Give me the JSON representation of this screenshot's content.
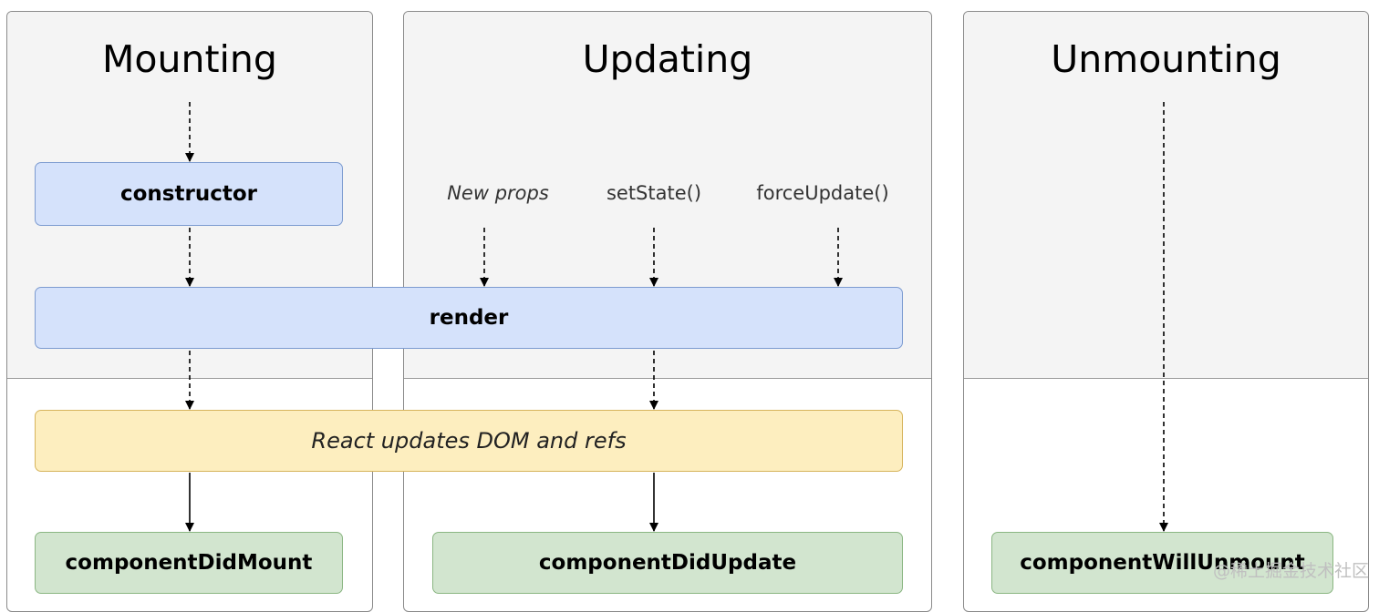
{
  "phases": {
    "mounting": "Mounting",
    "updating": "Updating",
    "unmounting": "Unmounting"
  },
  "boxes": {
    "constructor": "constructor",
    "render": "render",
    "react_updates": "React updates DOM and refs",
    "component_did_mount": "componentDidMount",
    "component_did_update": "componentDidUpdate",
    "component_will_unmount": "componentWillUnmount"
  },
  "triggers": {
    "new_props": "New props",
    "set_state": "setState()",
    "force_update": "forceUpdate()"
  },
  "watermark": "@稀土掘金技术社区",
  "colors": {
    "blue_fill": "#d5e2fb",
    "yellow_fill": "#fdeebf",
    "green_fill": "#d2e5cf"
  }
}
